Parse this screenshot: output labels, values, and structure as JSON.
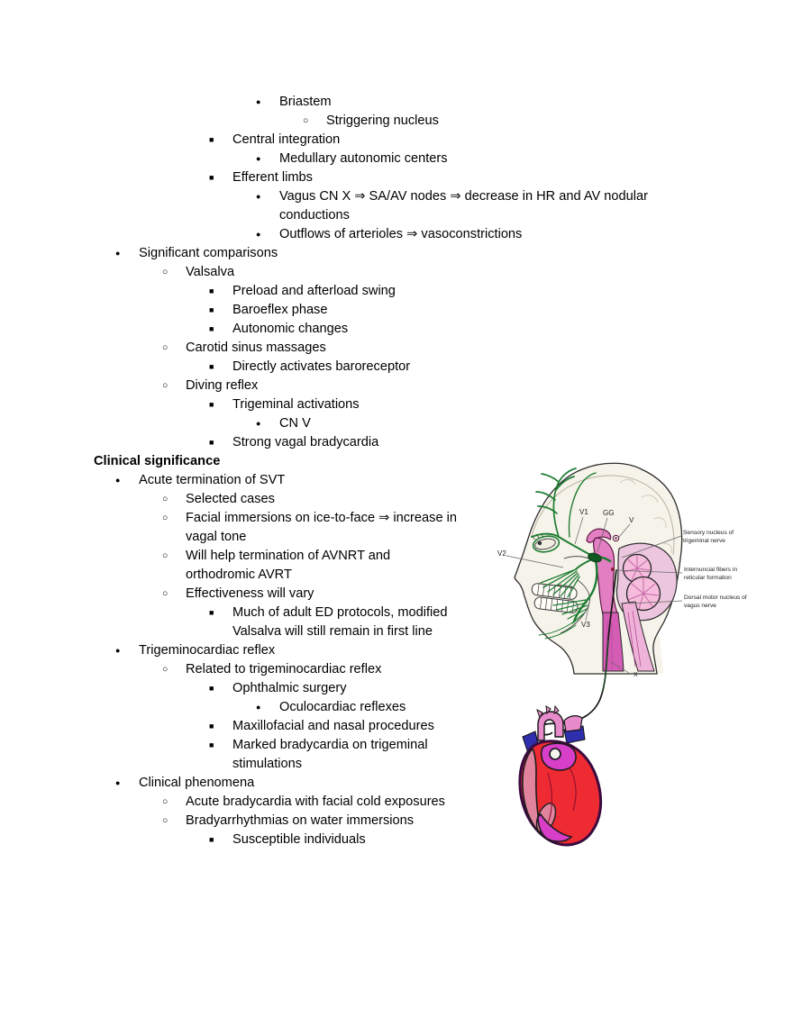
{
  "document": {
    "items": [
      {
        "level": 4,
        "marker": "disc",
        "text": "Briastem"
      },
      {
        "level": 5,
        "marker": "circle",
        "text": "Striggering nucleus"
      },
      {
        "level": 3,
        "marker": "square",
        "text": "Central integration"
      },
      {
        "level": 4,
        "marker": "disc",
        "text": "Medullary autonomic centers"
      },
      {
        "level": 3,
        "marker": "square",
        "text": "Efferent limbs"
      },
      {
        "level": 4,
        "marker": "disc",
        "text": "Vagus CN X ⇒ SA/AV nodes ⇒ decrease in HR and AV nodular conductions",
        "max_width": 470
      },
      {
        "level": 4,
        "marker": "disc",
        "text": "Outflows of arterioles ⇒ vasoconstrictions"
      },
      {
        "level": 1,
        "marker": "disc",
        "text": "Significant comparisons"
      },
      {
        "level": 2,
        "marker": "circle",
        "text": "Valsalva"
      },
      {
        "level": 3,
        "marker": "square",
        "text": "Preload and afterload swing"
      },
      {
        "level": 3,
        "marker": "square",
        "text": "Baroeflex phase"
      },
      {
        "level": 3,
        "marker": "square",
        "text": "Autonomic changes"
      },
      {
        "level": 2,
        "marker": "circle",
        "text": "Carotid sinus massages"
      },
      {
        "level": 3,
        "marker": "square",
        "text": "Directly activates baroreceptor"
      },
      {
        "level": 2,
        "marker": "circle",
        "text": "Diving reflex"
      },
      {
        "level": 3,
        "marker": "square",
        "text": "Trigeminal activations"
      },
      {
        "level": 4,
        "marker": "disc",
        "text": "CN V"
      },
      {
        "level": 3,
        "marker": "square",
        "text": "Strong vagal bradycardia"
      },
      {
        "level": 0,
        "marker": "none",
        "bold": true,
        "text": "Clinical significance"
      },
      {
        "level": 1,
        "marker": "disc",
        "text": "Acute termination of SVT"
      },
      {
        "level": 2,
        "marker": "circle",
        "text": "Selected cases"
      },
      {
        "level": 2,
        "marker": "circle",
        "text": "Facial immersions on ice-to-face ⇒ increase in vagal tone",
        "max_width": 338
      },
      {
        "level": 2,
        "marker": "circle",
        "text": "Will help termination of AVNRT and orthodromic AVRT",
        "max_width": 300
      },
      {
        "level": 2,
        "marker": "circle",
        "text": "Effectiveness will vary"
      },
      {
        "level": 3,
        "marker": "square",
        "text": "Much of adult ED protocols, modified Valsalva will still remain in first line",
        "max_width": 280
      },
      {
        "level": 1,
        "marker": "disc",
        "text": "Trigeminocardiac reflex"
      },
      {
        "level": 2,
        "marker": "circle",
        "text": "Related to trigeminocardiac reflex"
      },
      {
        "level": 3,
        "marker": "square",
        "text": "Ophthalmic surgery"
      },
      {
        "level": 4,
        "marker": "disc",
        "text": "Oculocardiac reflexes"
      },
      {
        "level": 3,
        "marker": "square",
        "text": "Maxillofacial and nasal procedures"
      },
      {
        "level": 3,
        "marker": "square",
        "text": "Marked bradycardia on trigeminal stimulations",
        "max_width": 260
      },
      {
        "level": 1,
        "marker": "disc",
        "text": "Clinical phenomena"
      },
      {
        "level": 2,
        "marker": "circle",
        "text": "Acute bradycardia with facial cold exposures"
      },
      {
        "level": 2,
        "marker": "circle",
        "text": "Bradyarrhythmias on water immersions"
      },
      {
        "level": 3,
        "marker": "square",
        "text": "Susceptible individuals"
      }
    ]
  },
  "figure": {
    "labels": {
      "v1": "V1",
      "gg": "GG",
      "v": "V",
      "v2": "V2",
      "v3": "V3",
      "x": "X",
      "sensory_line1": "Sensory nucleus of",
      "sensory_line2": "trigeminal nerve",
      "internuncial_line1": "Internuncial fibers in",
      "internuncial_line2": "reticular formation",
      "dorsal_line1": "Dorsal motor nucleus of",
      "dorsal_line2": "vagus nerve"
    },
    "colors": {
      "skull_ivory": "#f6f3ea",
      "nerve_green": "#1e7d32",
      "ganglion_green": "#115922",
      "brainstem_pink": "#e27ec1",
      "cerebellum_shell": "#ecc6df",
      "cerebellum_pink": "#f5bcdc",
      "cord_front": "#d45cb4",
      "cord_back": "#efb3d9",
      "heart_red": "#ee2a33",
      "heart_rose": "#e2839d",
      "heart_magenta": "#d83fc9",
      "vessel_pink": "#e78bca",
      "vessel_blue": "#2f2fad",
      "heart_outline": "#3a0a3f"
    }
  }
}
